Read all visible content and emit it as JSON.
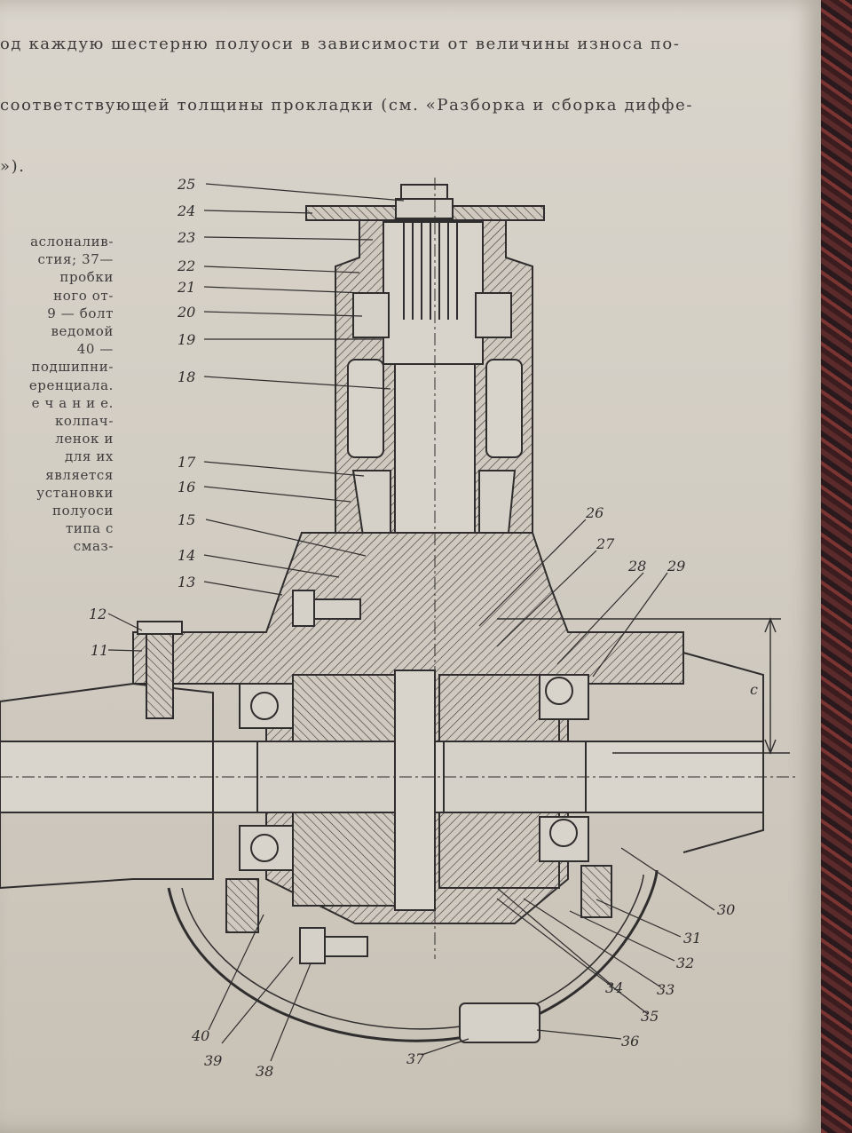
{
  "top_text": {
    "line1": "од каждую шестерню полуоси в зависимости от величины износа по-",
    "line2": "соответствующей толщины прокладки (см. «Разборка и сборка диффе-",
    "line3": "»)."
  },
  "side_caption": {
    "lines": [
      "аслоналив-",
      "стия; 37—",
      "пробки",
      "ного от-",
      "9 — болт",
      "ведомой",
      "40 —",
      "подшипни-",
      "еренциала.",
      "е ч а н и е.",
      "колпач-",
      "ленок и",
      "для их",
      "является",
      "установки",
      "полуоси",
      "типа с",
      "смаз-"
    ]
  },
  "figure": {
    "labels": [
      "25",
      "24",
      "23",
      "22",
      "21",
      "20",
      "19",
      "18",
      "17",
      "16",
      "15",
      "14",
      "13",
      "12",
      "11",
      "26",
      "27",
      "28",
      "29",
      "30",
      "31",
      "32",
      "33",
      "34",
      "35",
      "36",
      "37",
      "38",
      "39",
      "40"
    ],
    "dimension_label": "c"
  },
  "colors": {
    "paper": "#d3cec4",
    "ink": "#2f2d2d",
    "background": "#2a1d1c"
  }
}
